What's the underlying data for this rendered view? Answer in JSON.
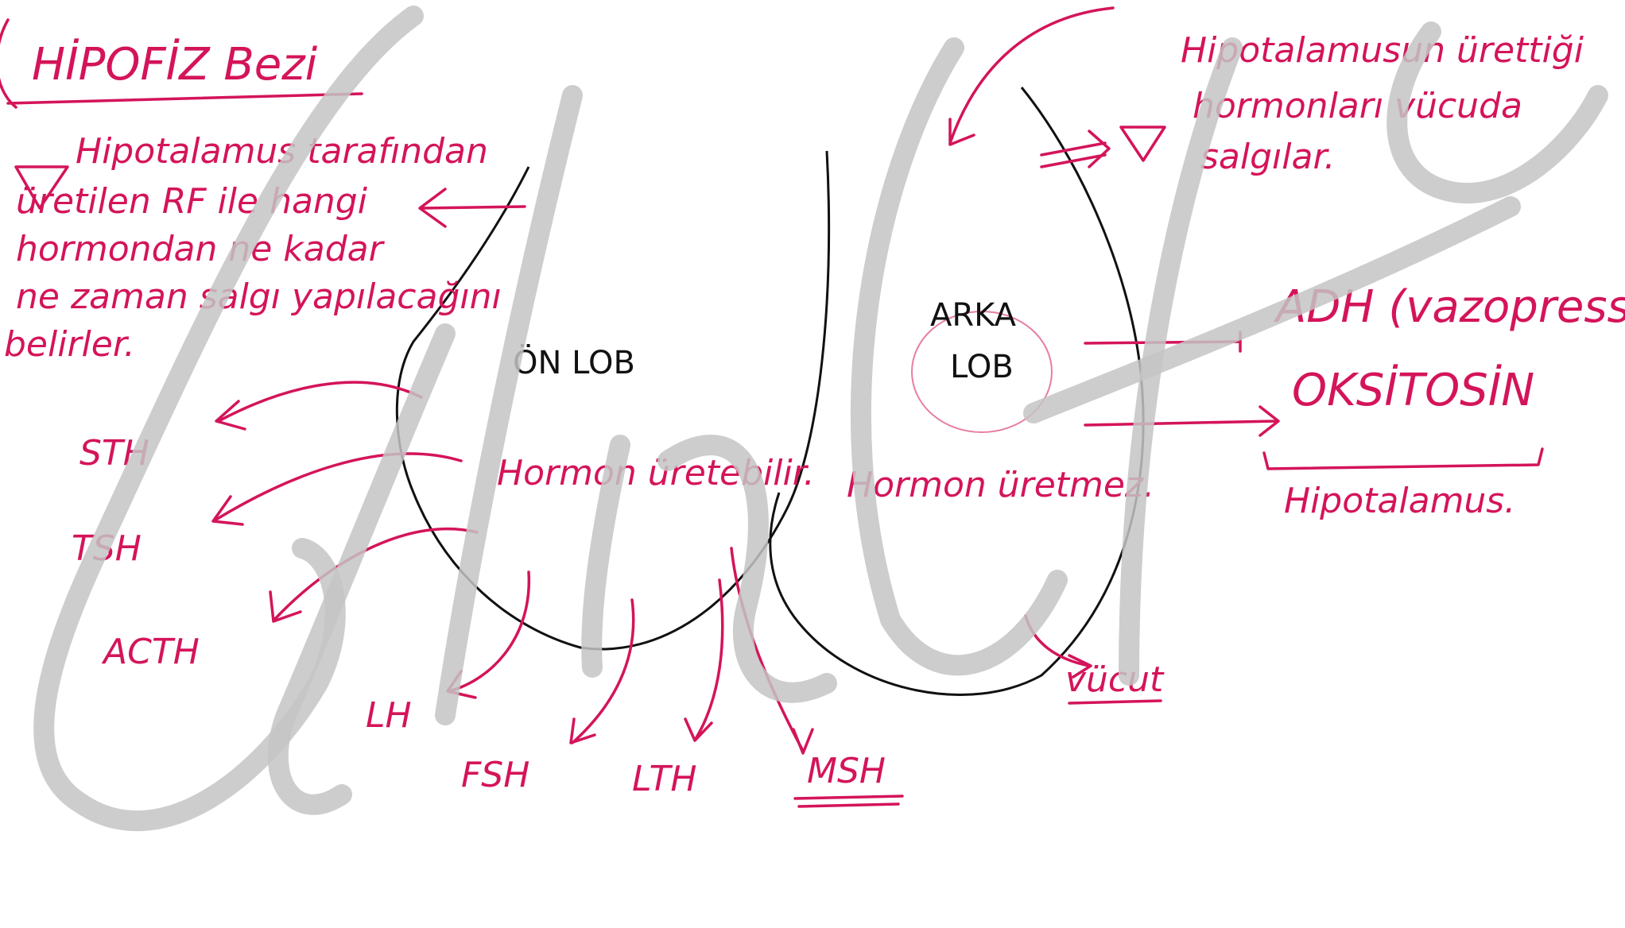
{
  "title": "HİPOFİZ Bezi",
  "intro_note": [
    "Hipotalamus tarafından",
    "üretilen RF ile hangi",
    "hormondan ne kadar",
    "ne zaman salgı yapılacağını",
    "belirler."
  ],
  "anterior_lobe": {
    "label": "ÖN LOB",
    "note": "Hormon üretebilir.",
    "hormones": [
      "STH",
      "TSH",
      "ACTH",
      "LH",
      "FSH",
      "LTH",
      "MSH"
    ]
  },
  "posterior_lobe": {
    "label": "ARKA LOB",
    "note": "Hormon üretmez.",
    "hormones": [
      "ADH (vazopressin)",
      "OKSİTOSİN"
    ],
    "bracket_label": "Hipotalamus.",
    "body_label": "vücut"
  },
  "hypothalamus_note": [
    "Hipotalamusun ürettiği",
    "hormonları vücuda",
    "salgılar."
  ],
  "watermark": "Selin Hoca",
  "colors": {
    "ink": "#d4145a",
    "outline": "#111111",
    "watermark": "#c4c4c4"
  }
}
